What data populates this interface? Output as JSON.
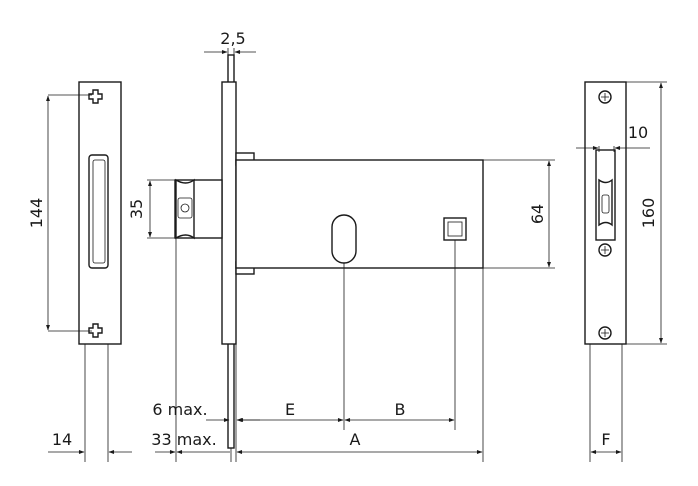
{
  "labels": {
    "plate_thickness": "2,5",
    "strike_height": "144",
    "bolt_height": "35",
    "case_height": "64",
    "faceplate_height": "160",
    "faceplate_offset": "10",
    "strike_width": "14",
    "faceplate_width": "F",
    "dim_e": "E",
    "dim_b": "B",
    "dim_a": "A",
    "bolt_max": "6 max.",
    "throw_max": "33 max."
  }
}
